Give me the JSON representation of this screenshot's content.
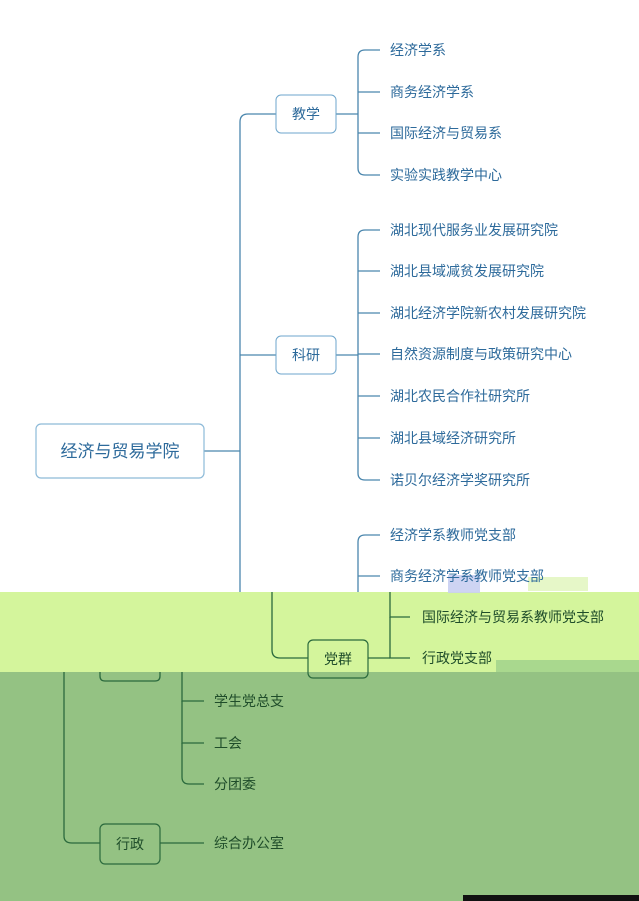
{
  "root": {
    "label": "经济与贸易学院"
  },
  "branches": [
    {
      "label": "教学",
      "children": [
        "经济学系",
        "商务经济学系",
        "国际经济与贸易系",
        "实验实践教学中心"
      ]
    },
    {
      "label": "科研",
      "children": [
        "湖北现代服务业发展研究院",
        "湖北县域减贫发展研究院",
        "湖北经济学院新农村发展研究院",
        "自然资源制度与政策研究中心",
        "湖北农民合作社研究所",
        "湖北县域经济研究所",
        "诺贝尔经济学奖研究所"
      ]
    },
    {
      "label": "党群",
      "children": [
        "经济学系教师党支部",
        "商务经济学系教师党支部",
        "国际经济与贸易系教师党支部",
        "行政党支部",
        "学生党总支",
        "工会",
        "分团委"
      ]
    },
    {
      "label": "行政",
      "children": [
        "综合办公室"
      ]
    }
  ],
  "colors": {
    "top_text": "#2d6a9b",
    "top_line": "#4a86ad",
    "band_light": "#d4f59c",
    "band_dark": "#94c283",
    "bottom_line": "#2b6a3d"
  }
}
